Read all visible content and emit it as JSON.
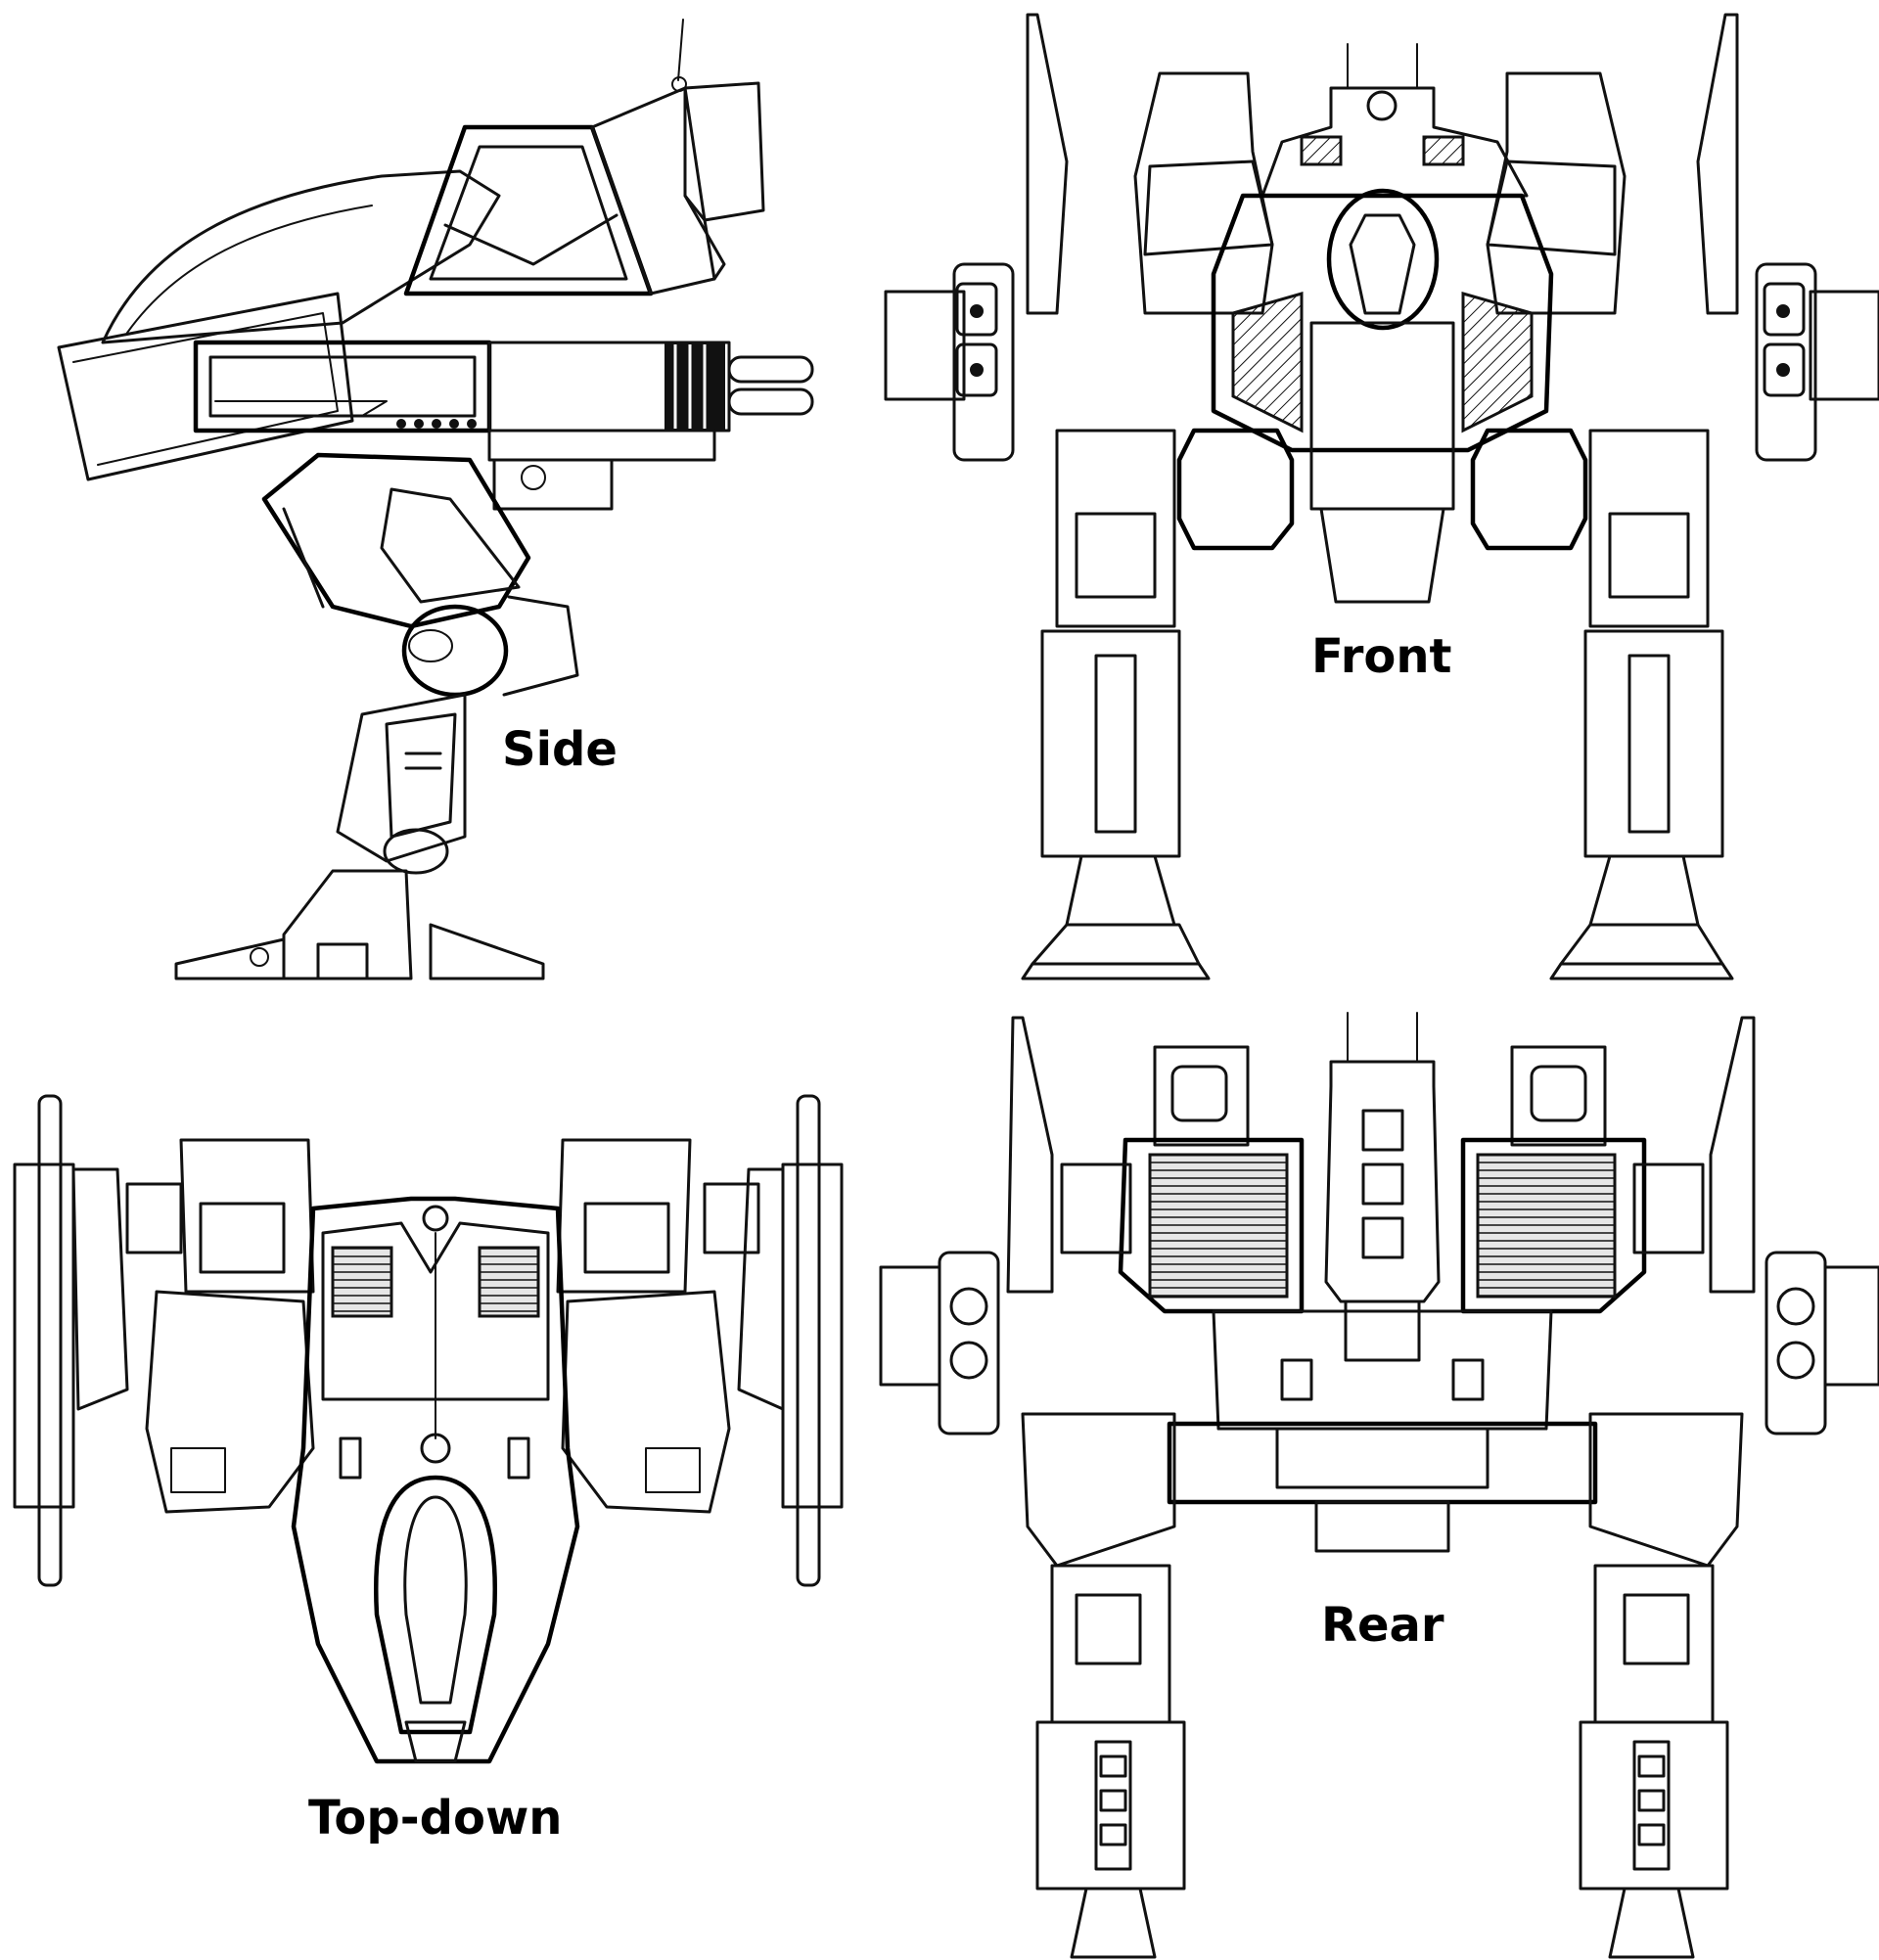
{
  "views": {
    "side": {
      "label": "Side"
    },
    "front": {
      "label": "Front"
    },
    "top": {
      "label": "Top-down"
    },
    "rear": {
      "label": "Rear"
    }
  },
  "ink_color": "#111111",
  "background_color": "#ffffff"
}
